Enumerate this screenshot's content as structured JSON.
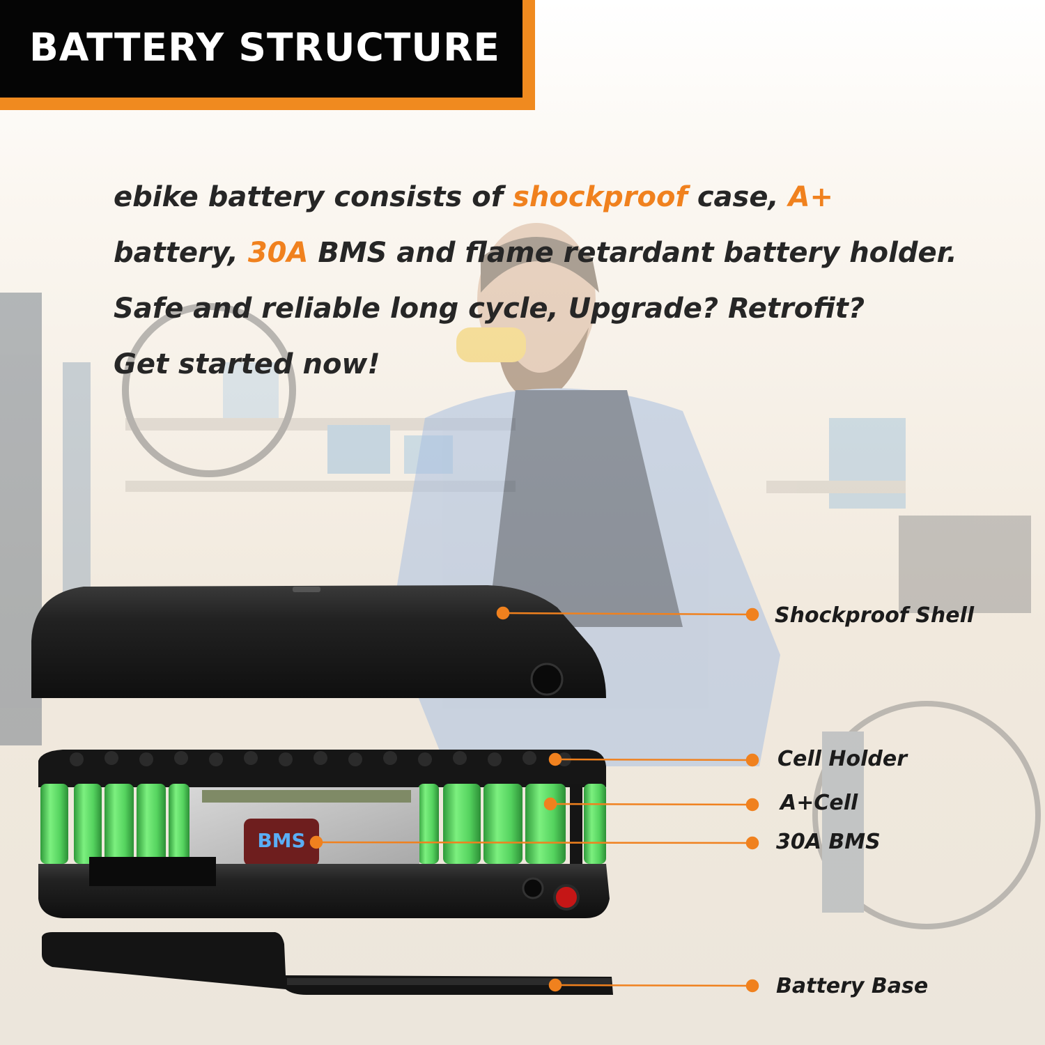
{
  "header": {
    "title": "BATTERY STRUCTURE"
  },
  "description": {
    "line1_a": "ebike battery consists of ",
    "line1_b": "shockproof",
    "line1_c": " case, ",
    "line1_d": "A+",
    "line2_a": "battery, ",
    "line2_b": "30A",
    "line2_c": " BMS and flame retardant battery holder.",
    "line3": "Safe and reliable long cycle, Upgrade? Retrofit?",
    "line4": "Get started now!"
  },
  "callouts": {
    "shell": "Shockproof Shell",
    "holder": "Cell Holder",
    "cell": "A+Cell",
    "bms": "30A BMS",
    "base": "Battery Base"
  },
  "bms_tag": "BMS",
  "colors": {
    "accent": "#f0811e",
    "title_bg": "#050505",
    "cell_green": "#5fdc6a",
    "shell": "#1e1e1e"
  }
}
